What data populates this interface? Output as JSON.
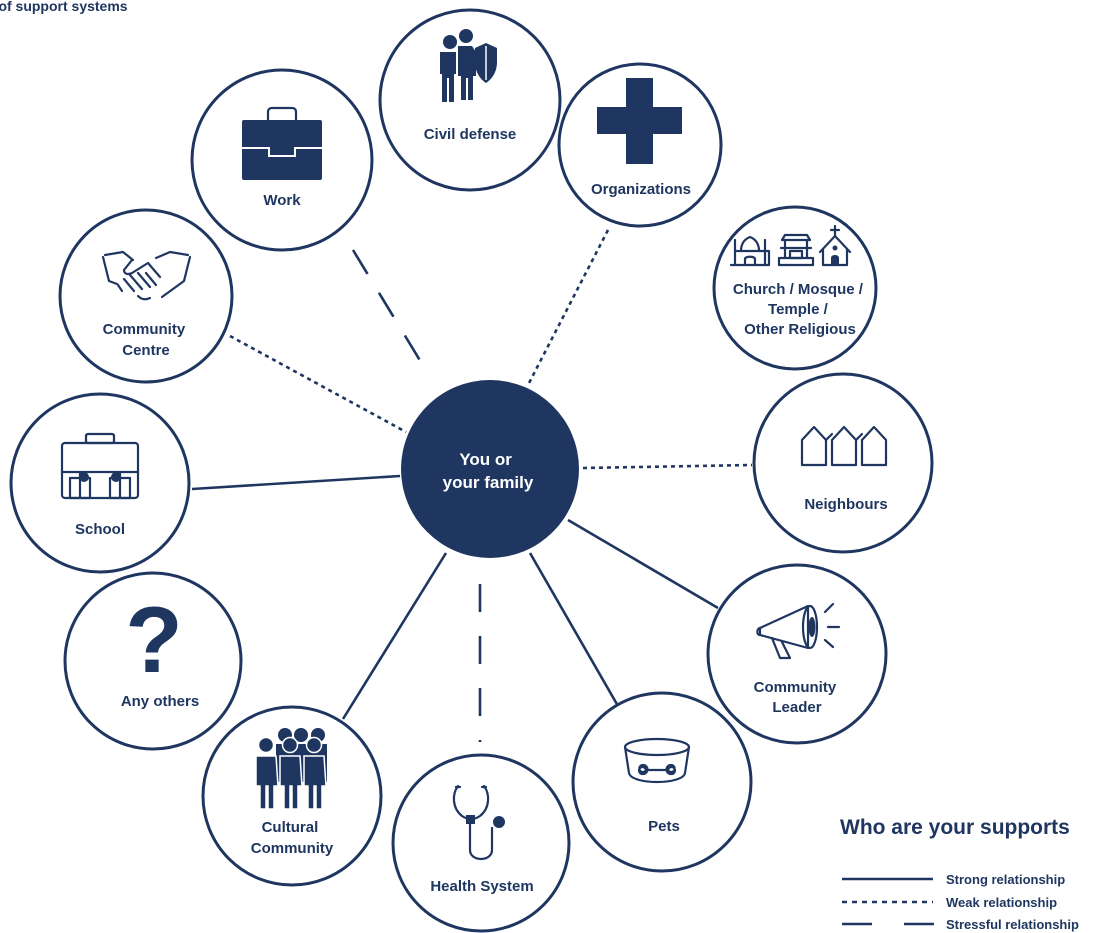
{
  "heading": "o of support systems",
  "center": {
    "lines": [
      "You or",
      "your family"
    ]
  },
  "nodes": [
    {
      "id": "civil-defense",
      "lines": [
        "Civil defense"
      ],
      "icon": "security-guard-shield-icon",
      "relationship": "none"
    },
    {
      "id": "work",
      "lines": [
        "Work"
      ],
      "icon": "briefcase-icon",
      "relationship": "stressful"
    },
    {
      "id": "organizations",
      "lines": [
        "Organizations"
      ],
      "icon": "medical-cross-icon",
      "relationship": "weak"
    },
    {
      "id": "community-centre",
      "lines": [
        "Community",
        "Centre"
      ],
      "icon": "handshake-icon",
      "relationship": "weak"
    },
    {
      "id": "religious",
      "lines": [
        "Church / Mosque /",
        "Temple /",
        "Other Religious"
      ],
      "icon": "places-of-worship-icon",
      "relationship": "none"
    },
    {
      "id": "school",
      "lines": [
        "School"
      ],
      "icon": "school-bag-icon",
      "relationship": "strong"
    },
    {
      "id": "neighbours",
      "lines": [
        "Neighbours"
      ],
      "icon": "houses-icon",
      "relationship": "weak"
    },
    {
      "id": "any-others",
      "lines": [
        "Any others"
      ],
      "icon": "question-mark-icon",
      "relationship": "none"
    },
    {
      "id": "community-leader",
      "lines": [
        "Community",
        "Leader"
      ],
      "icon": "megaphone-icon",
      "relationship": "strong"
    },
    {
      "id": "cultural-community",
      "lines": [
        "Cultural",
        "Community"
      ],
      "icon": "group-of-people-icon",
      "relationship": "strong"
    },
    {
      "id": "pets",
      "lines": [
        "Pets"
      ],
      "icon": "pet-bowl-bone-icon",
      "relationship": "strong"
    },
    {
      "id": "health-system",
      "lines": [
        "Health System"
      ],
      "icon": "stethoscope-icon",
      "relationship": "stressful"
    }
  ],
  "legend": {
    "title": "Who are your supports",
    "items": [
      {
        "style": "strong",
        "label": "Strong relationship"
      },
      {
        "style": "weak",
        "label": "Weak relationship"
      },
      {
        "style": "stressful",
        "label": "Stressful relationship"
      }
    ]
  },
  "colors": {
    "primary": "#1f3660",
    "background": "#ffffff"
  }
}
